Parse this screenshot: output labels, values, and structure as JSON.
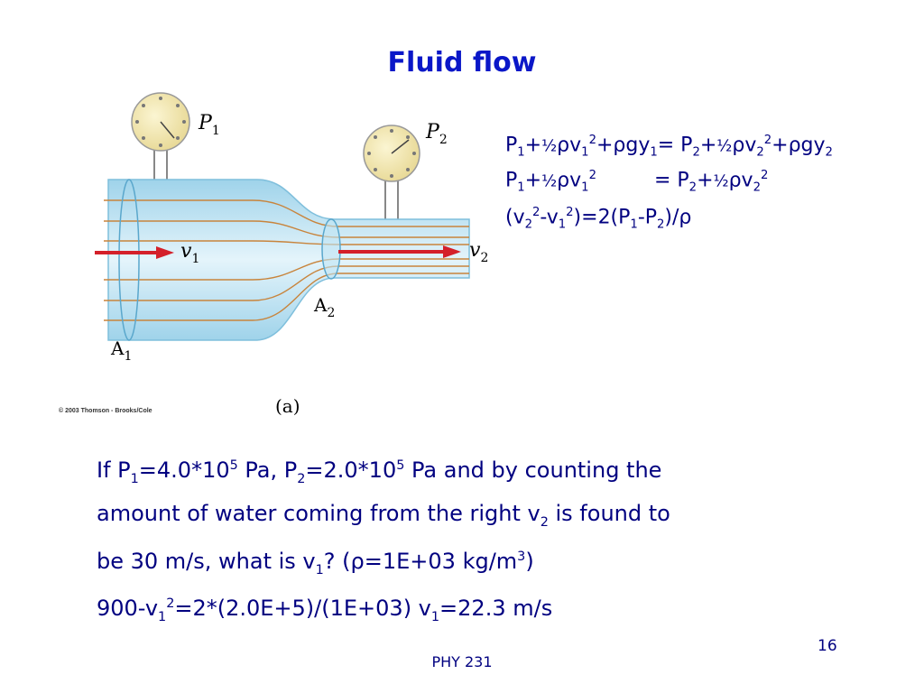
{
  "title": "Fluid flow",
  "figure": {
    "label_p1": "P",
    "label_p1_sub": "1",
    "label_p2": "P",
    "label_p2_sub": "2",
    "label_v1": "v",
    "label_v1_sub": "1",
    "label_v2": "v",
    "label_v2_sub": "2",
    "label_a1": "A",
    "label_a1_sub": "1",
    "label_a2": "A",
    "label_a2_sub": "2",
    "caption": "(a)",
    "copyright": "© 2003 Thomson - Brooks/Cole"
  },
  "equations": {
    "p": "P",
    "s1": "1",
    "s2": "2",
    "plus": "+",
    "half": "½",
    "rho": "ρ",
    "v": "v",
    "sq": "2",
    "gy": "gy",
    "eq": "= ",
    "eq_spaced": "= ",
    "line3_open": "(v",
    "line3_minus": "-v",
    "line3_mid": ")=2(P",
    "line3_minus_p": "-P",
    "line3_close": ")/"
  },
  "problem": {
    "l1_a": "If P",
    "l1_sub1": "1",
    "l1_b": "=4.0*10",
    "l1_exp1": "5",
    "l1_c": " Pa, P",
    "l1_sub2": "2",
    "l1_d": "=2.0*10",
    "l1_exp2": "5",
    "l1_e": " Pa and by counting the",
    "l2_a": "amount of water coming from the right v",
    "l2_sub": "2",
    "l2_b": " is found to",
    "l3_a": "be 30 m/s, what is v",
    "l3_sub": "1",
    "l3_b": "? (",
    "l3_rho": "ρ",
    "l3_c": "=1E+03 kg/m",
    "l3_exp": "3",
    "l3_d": ")",
    "l4_a": "900-v",
    "l4_sub": "1",
    "l4_exp": "2",
    "l4_b": "=2*(2.0E+5)/(1E+03)  v",
    "l4_sub2": "1",
    "l4_c": "=22.3 m/s"
  },
  "slide_number": "16",
  "footer": "PHY 231",
  "colors": {
    "title": "#0a17c8",
    "text": "#000080",
    "pipe": "#c7e8f5",
    "streamline": "#c8843c",
    "arrow": "#d4202a",
    "gauge": "#f2e6a0"
  }
}
